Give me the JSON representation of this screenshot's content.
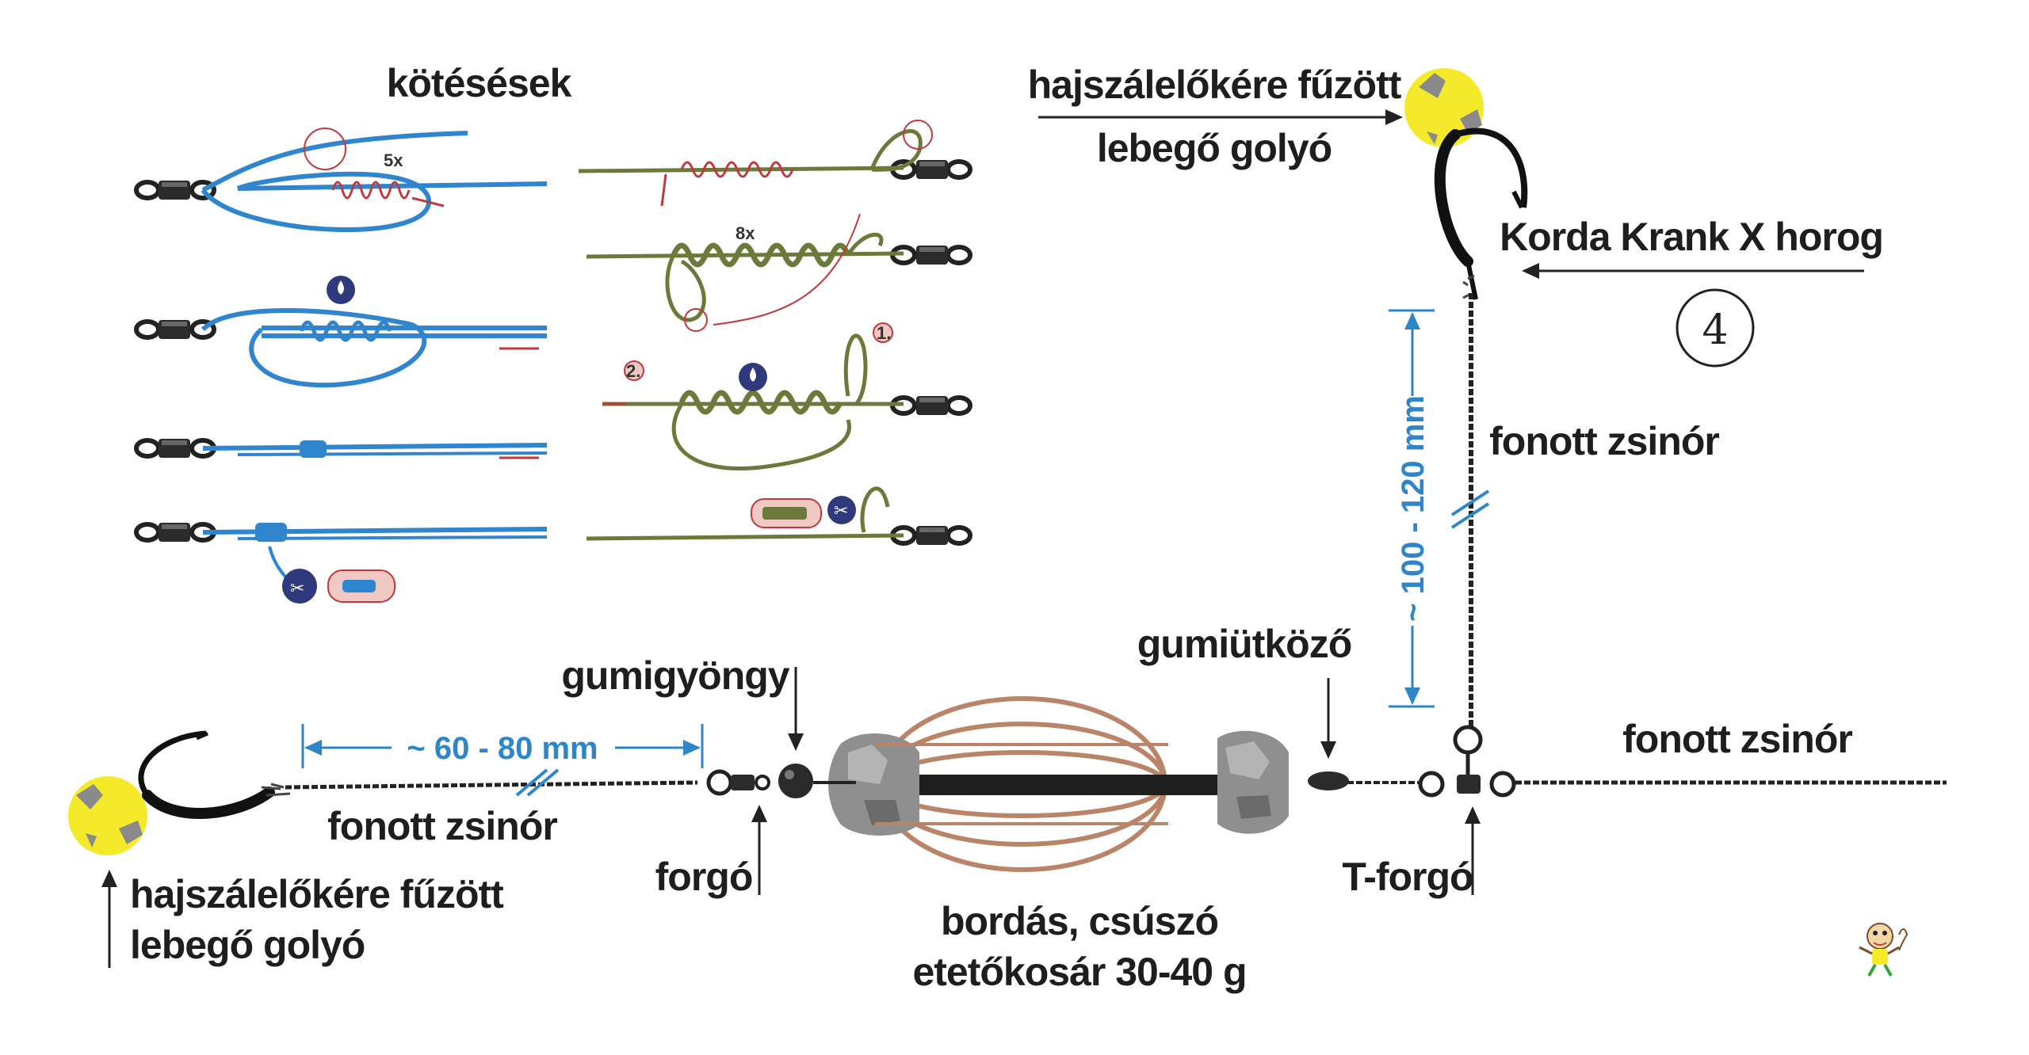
{
  "labels": {
    "knots_title": "kötésések",
    "top_float": [
      "hajszálelőkére fűzött",
      "lebegő golyó"
    ],
    "hook_name": "Korda Krank X horog",
    "step_number": "4",
    "upper_braid": "fonott zsinór",
    "upper_length": "~ 100 - 120 mm",
    "lower_length": "~ 60 - 80 mm",
    "lower_braid": "fonott zsinór",
    "main_braid": "fonott zsinór",
    "bead": "gumigyöngy",
    "buffer": "gumiütköző",
    "swivel": "forgó",
    "t_swivel": "T-forgó",
    "feeder": [
      "bordás, csúszó",
      "etetőkosár 30-40 g"
    ],
    "bottom_float": [
      "hajszálelőkére fűzött",
      "lebegő golyó"
    ]
  },
  "knots": {
    "left_turns": "5x",
    "right_turns": "8x",
    "step_one": "1.",
    "step_two": "2."
  },
  "colors": {
    "text": "#1e1e1e",
    "dimension": "#2e86c9",
    "braid_blue": "#2f86cf",
    "braid_green": "#6b7a3a",
    "knot_red": "#c0393b",
    "float_ball": "#f4ea2a",
    "feeder_copper": "#b98468",
    "badge_navy": "#2f3a7c"
  }
}
